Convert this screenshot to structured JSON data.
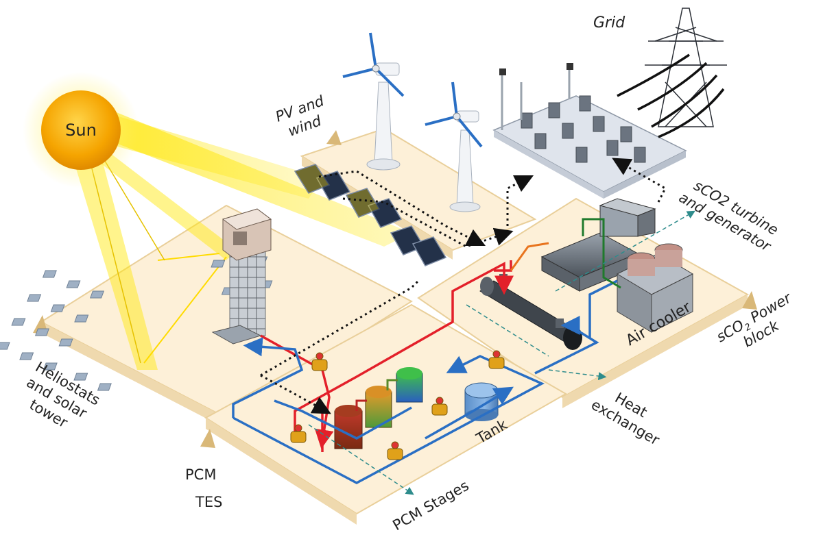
{
  "labels": {
    "sun": "Sun",
    "grid": "Grid",
    "pv_wind_1": "PV and",
    "pv_wind_2": "wind",
    "sco2_turbine_1": "sCO2 turbine",
    "sco2_turbine_2": "and generator",
    "air_cooler": "Air cooler",
    "sco2_power_1": "sCO",
    "sco2_power_sub": "2",
    "sco2_power_2": " Power",
    "sco2_power_3": "block",
    "heat_exchanger_1": "Heat",
    "heat_exchanger_2": "exchanger",
    "tank": "Tank",
    "heliostats_1": "Heliostats",
    "heliostats_2": "and solar",
    "heliostats_3": "tower",
    "pcm_tes_1": "PCM",
    "pcm_tes_2": "TES",
    "pcm_stages": "PCM Stages"
  },
  "colors": {
    "platform": "#fdf0d8",
    "platform_edge": "#e9cf9a",
    "sun_core": "#f5a400",
    "sun_glow": "#ffe95a",
    "hot_pipe": "#e3202a",
    "cold_pipe": "#2a6fc4",
    "orange_pipe": "#e8741e",
    "green_pipe": "#1f7a2c",
    "teal_dash": "#2e8c8c",
    "valve": "#e0a11a",
    "tank": "#6a9fd6"
  }
}
